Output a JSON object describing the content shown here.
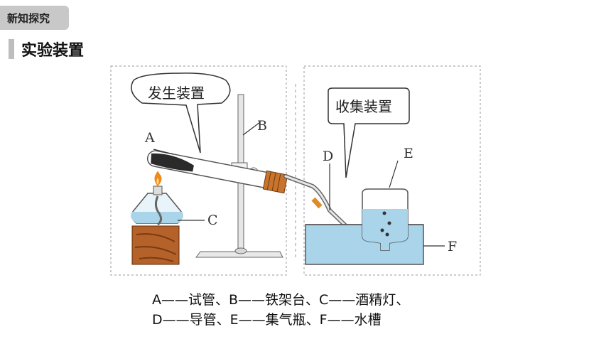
{
  "header": {
    "badge": "新知探究",
    "section_title": "实验装置"
  },
  "diagram": {
    "bubble_left": "发生装置",
    "bubble_right": "收集装置",
    "labels": {
      "a": "A",
      "b": "B",
      "c": "C",
      "d": "D",
      "e": "E",
      "f": "F"
    }
  },
  "caption": {
    "line1": "A——试管、B——铁架台、C——酒精灯、",
    "line2": "D——导管、E——集气瓶、F——水槽"
  },
  "colors": {
    "water": "#a9d4ea",
    "wood": "#b4622a",
    "flame": "#f08a1c",
    "rubber": "#c8742c"
  }
}
